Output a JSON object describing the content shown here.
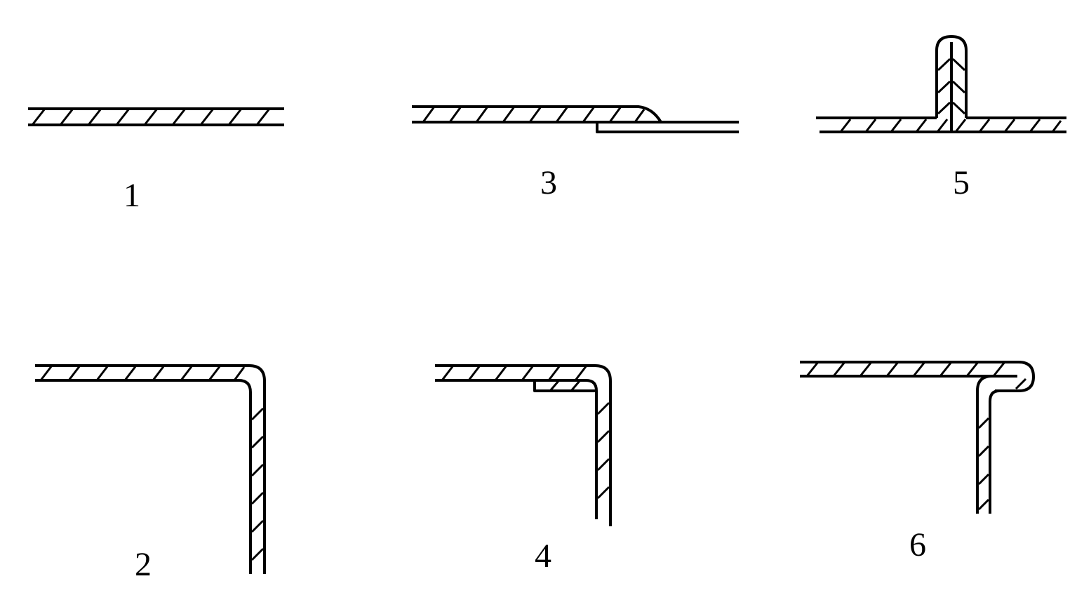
{
  "figure": {
    "labels": {
      "fig1": "1",
      "fig2": "2",
      "fig3": "3",
      "fig4": "4",
      "fig5": "5",
      "fig6": "6"
    }
  }
}
